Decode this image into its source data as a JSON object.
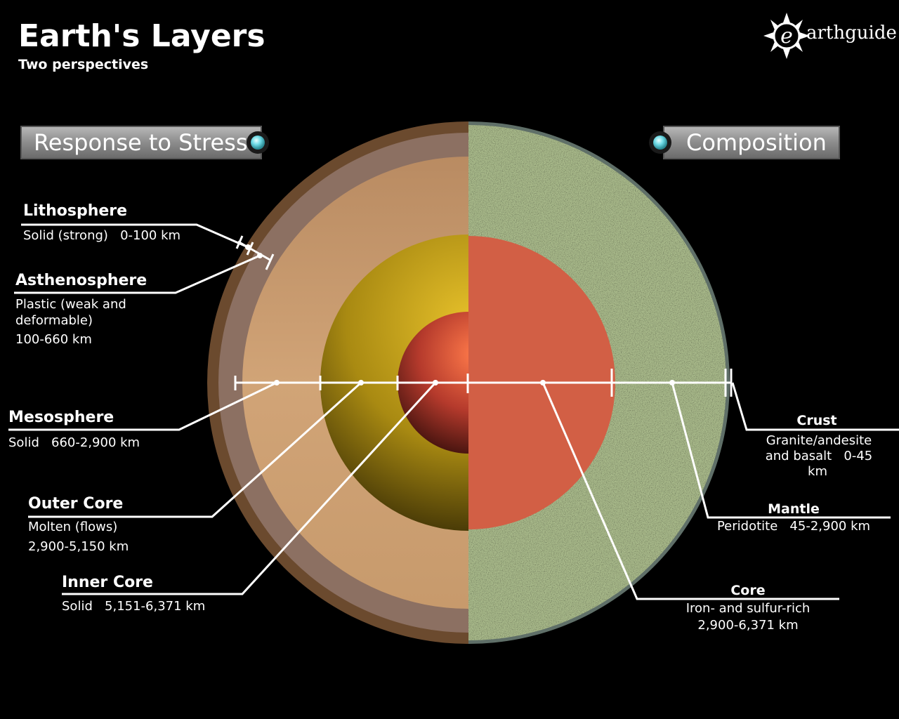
{
  "title": "Earth's Layers",
  "subtitle": "Two perspectives",
  "logo": {
    "text": "arthguide",
    "letter": "e"
  },
  "tabs": {
    "left": "Response to Stress",
    "right": "Composition"
  },
  "stress_layers": [
    {
      "name": "Lithosphere",
      "lines": [
        "Solid (strong)   0-100 km"
      ]
    },
    {
      "name": "Asthenosphere",
      "lines": [
        "Plastic (weak and",
        "deformable)",
        "100-660 km"
      ]
    },
    {
      "name": "Mesosphere",
      "lines": [
        "Solid   660-2,900 km"
      ]
    },
    {
      "name": "Outer Core",
      "lines": [
        "Molten (flows)",
        "2,900-5,150 km"
      ]
    },
    {
      "name": "Inner Core",
      "lines": [
        "Solid   5,151-6,371 km"
      ]
    }
  ],
  "composition_layers": [
    {
      "name": "Crust",
      "lines": [
        "Granite/andesite",
        "and basalt   0-45",
        "km"
      ]
    },
    {
      "name": "Mantle",
      "lines": [
        "Peridotite   45-2,900 km"
      ]
    },
    {
      "name": "Core",
      "lines": [
        "Iron- and sulfur-rich",
        "2,900-6,371 km"
      ]
    }
  ],
  "colors": {
    "background": "#000000",
    "lithosphere": "#6b4a2e",
    "asthenosphere": "#b08a6a",
    "mesosphere": "#c99a6e",
    "outer_core": "#c9a21a",
    "inner_core": "#e0623a",
    "composition_mantle": "#a8b98a",
    "composition_core": "#d25f45",
    "tab_fill": "#8a8a8a",
    "tab_bullet": "#7fe6ef"
  }
}
